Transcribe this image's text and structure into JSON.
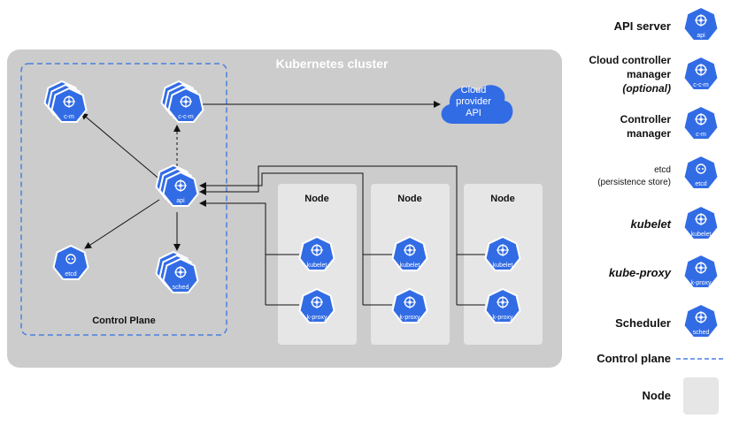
{
  "cluster": {
    "title": "Kubernetes cluster"
  },
  "control_plane": {
    "title": "Control Plane"
  },
  "cloud": {
    "lines": [
      "Cloud",
      "provider",
      "API"
    ]
  },
  "nodes": [
    {
      "title": "Node"
    },
    {
      "title": "Node"
    },
    {
      "title": "Node"
    }
  ],
  "icons": {
    "api": "api",
    "ccm": "c-c-m",
    "cm": "c-m",
    "etcd": "etcd",
    "sched": "sched",
    "kubelet": "kubelet",
    "kproxy": "k-proxy"
  },
  "legend": {
    "api_server": "API server",
    "ccm_line1": "Cloud controller",
    "ccm_line2": "manager",
    "ccm_optional": "(optional)",
    "cm_line1": "Controller",
    "cm_line2": "manager",
    "etcd_line1": "etcd",
    "etcd_line2": "(persistence store)",
    "kubelet": "kubelet",
    "kube_proxy": "kube-proxy",
    "scheduler": "Scheduler",
    "control_plane": "Control plane",
    "node": "Node"
  },
  "colors": {
    "k8s_blue": "#326ce5",
    "cluster_gray": "#cccccc",
    "node_gray": "#e6e6e6",
    "dashed_blue": "#4a7fe0"
  }
}
